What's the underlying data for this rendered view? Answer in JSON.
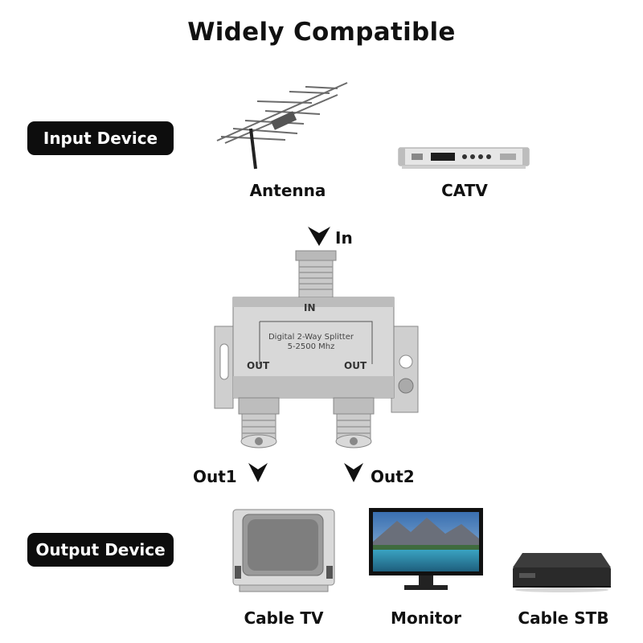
{
  "title": "Widely Compatible",
  "input_section": {
    "label": "Input Device",
    "devices": [
      {
        "name": "Antenna",
        "icon": "antenna-icon"
      },
      {
        "name": "CATV",
        "icon": "catv-unit-icon"
      }
    ]
  },
  "splitter": {
    "in_arrow_label": "In",
    "port_in": "IN",
    "port_out_left": "OUT",
    "port_out_right": "OUT",
    "text_line1": "Digital 2-Way Splitter",
    "text_line2": "5-2500 Mhz",
    "out1_label": "Out1",
    "out2_label": "Out2"
  },
  "output_section": {
    "label": "Output Device",
    "devices": [
      {
        "name": "Cable TV",
        "icon": "crt-tv-icon"
      },
      {
        "name": "Monitor",
        "icon": "monitor-icon"
      },
      {
        "name": "Cable STB",
        "icon": "set-top-box-icon"
      }
    ]
  },
  "colors": {
    "pill_bg": "#0d0d0d",
    "text": "#111111",
    "metal": "#c8c8c8"
  }
}
